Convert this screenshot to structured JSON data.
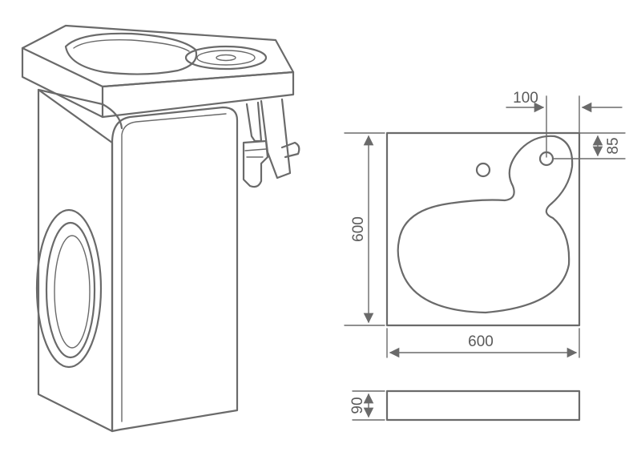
{
  "colors": {
    "line": "#6a6a6a",
    "text": "#5a5a5a",
    "fill": "#ffffff"
  },
  "dimensions": {
    "width": "600",
    "depth": "600",
    "height": "90",
    "hole_offset_x": "100",
    "hole_offset_y": "85"
  }
}
